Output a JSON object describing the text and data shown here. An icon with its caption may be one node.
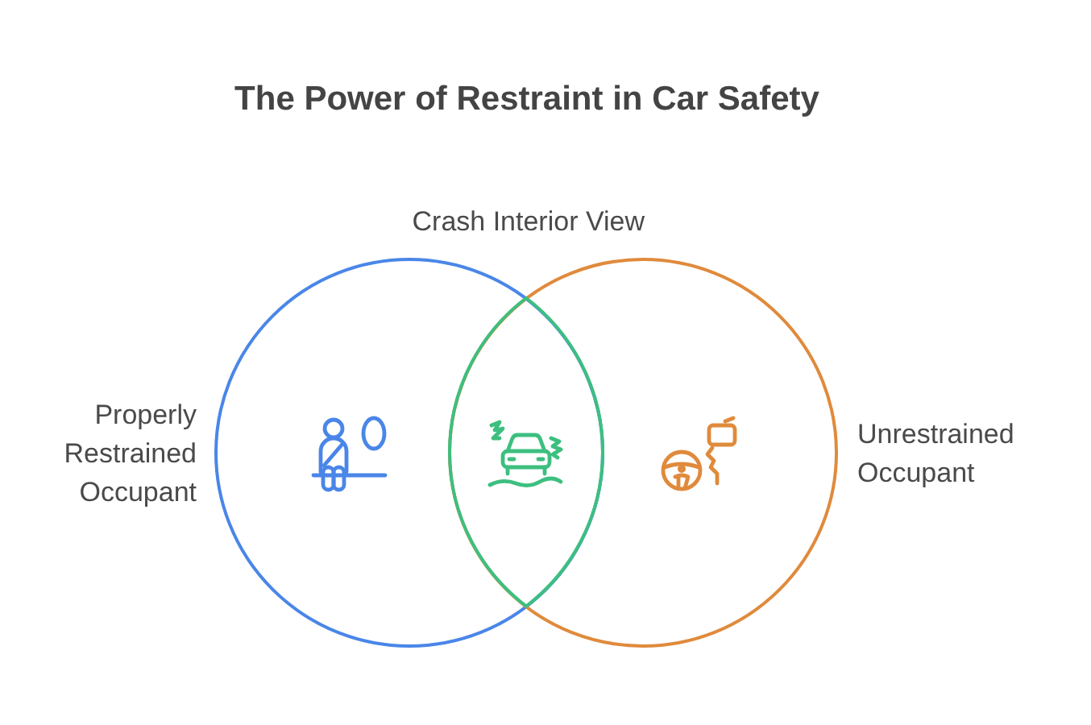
{
  "diagram": {
    "title": "The Power of Restraint in Car Safety",
    "nodes": [
      {
        "text": [
          "Properly Restrained Occupant"
        ]
      },
      {
        "text": [
          "Crash Interior View"
        ]
      },
      {
        "text": [
          "Unrestrained Occupant"
        ]
      }
    ]
  }
}
